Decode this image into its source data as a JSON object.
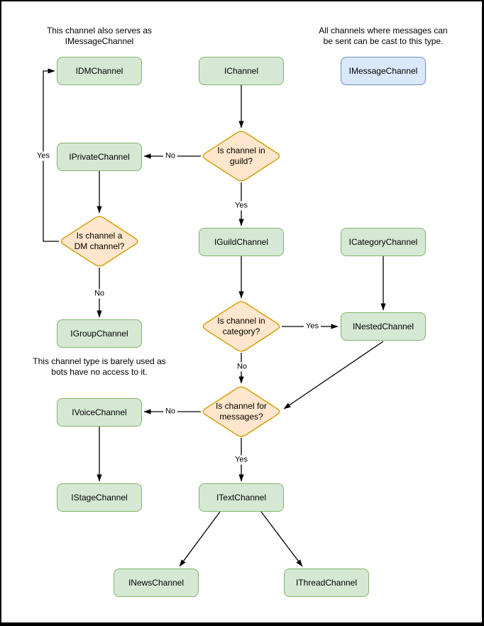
{
  "diagram": {
    "notes": {
      "dm_note": "This channel also serves as\nIMessageChannel",
      "message_note": "All channels where messages can\nbe sent can be cast to this type.",
      "group_note": "This channel type is barely used as\nbots have no access to it."
    },
    "nodes": {
      "idmchannel": "IDMChannel",
      "ichannel": "IChannel",
      "imessagechannel": "IMessageChannel",
      "iprivatechannel": "IPrivateChannel",
      "iguildchannel": "IGuildChannel",
      "icategorychannel": "ICategoryChannel",
      "igroupchannel": "IGroupChannel",
      "inestedchannel": "INestedChannel",
      "ivoicechannel": "IVoiceChannel",
      "istagechannel": "IStageChannel",
      "itextchannel": "ITextChannel",
      "inewschannel": "INewsChannel",
      "ithreadchannel": "IThreadChannel"
    },
    "decisions": {
      "in_guild": "Is channel in\nguild?",
      "is_dm": "Is channel a\nDM channel?",
      "in_category": "Is channel in\ncategory?",
      "for_messages": "Is channel for\nmessages?"
    },
    "edge_labels": {
      "dm_yes": "Yes",
      "guild_no": "No",
      "guild_yes": "Yes",
      "dm_no": "No",
      "category_yes": "Yes",
      "category_no": "No",
      "messages_no": "No",
      "messages_yes": "Yes"
    },
    "colors": {
      "node_fill": "#d5e8d4",
      "node_border": "#82b366",
      "highlight_fill": "#dae8fc",
      "highlight_border": "#6c8ebf",
      "decision_fill": "#ffe6cc",
      "decision_border": "#d79b00",
      "edge_stroke": "#000000"
    }
  }
}
